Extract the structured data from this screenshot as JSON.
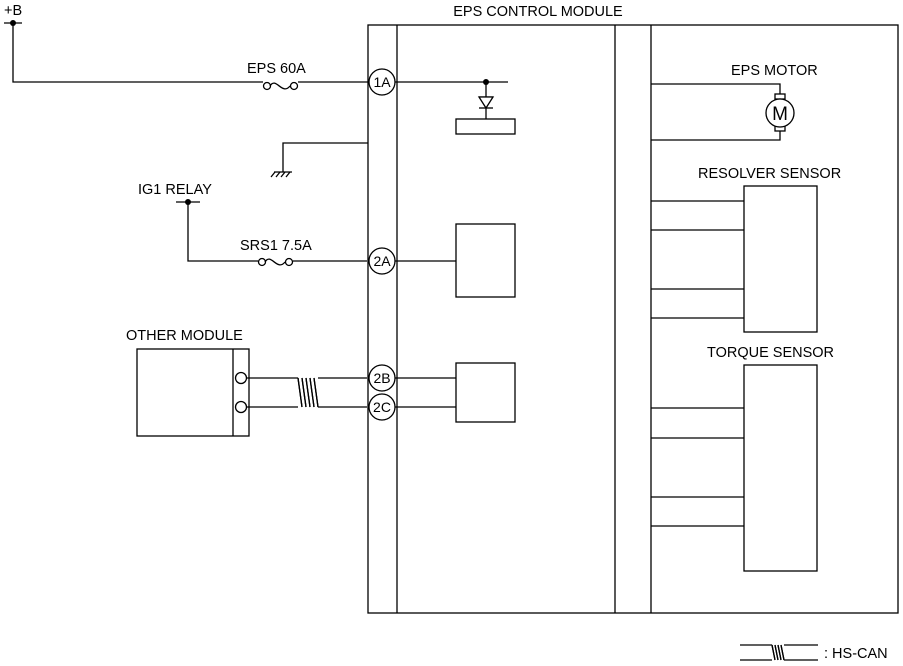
{
  "labels": {
    "plus_b": "+B",
    "module_title": "EPS CONTROL MODULE",
    "eps_fuse": "EPS 60A",
    "ig1_relay": "IG1 RELAY",
    "srs_fuse": "SRS1 7.5A",
    "other_module": "OTHER MODULE",
    "eps_motor": "EPS MOTOR",
    "motor_symbol": "M",
    "resolver_sensor": "RESOLVER SENSOR",
    "torque_sensor": "TORQUE SENSOR",
    "legend": ": HS-CAN"
  },
  "pins": {
    "p1a": "1A",
    "p2a": "2A",
    "p2b": "2B",
    "p2c": "2C"
  }
}
